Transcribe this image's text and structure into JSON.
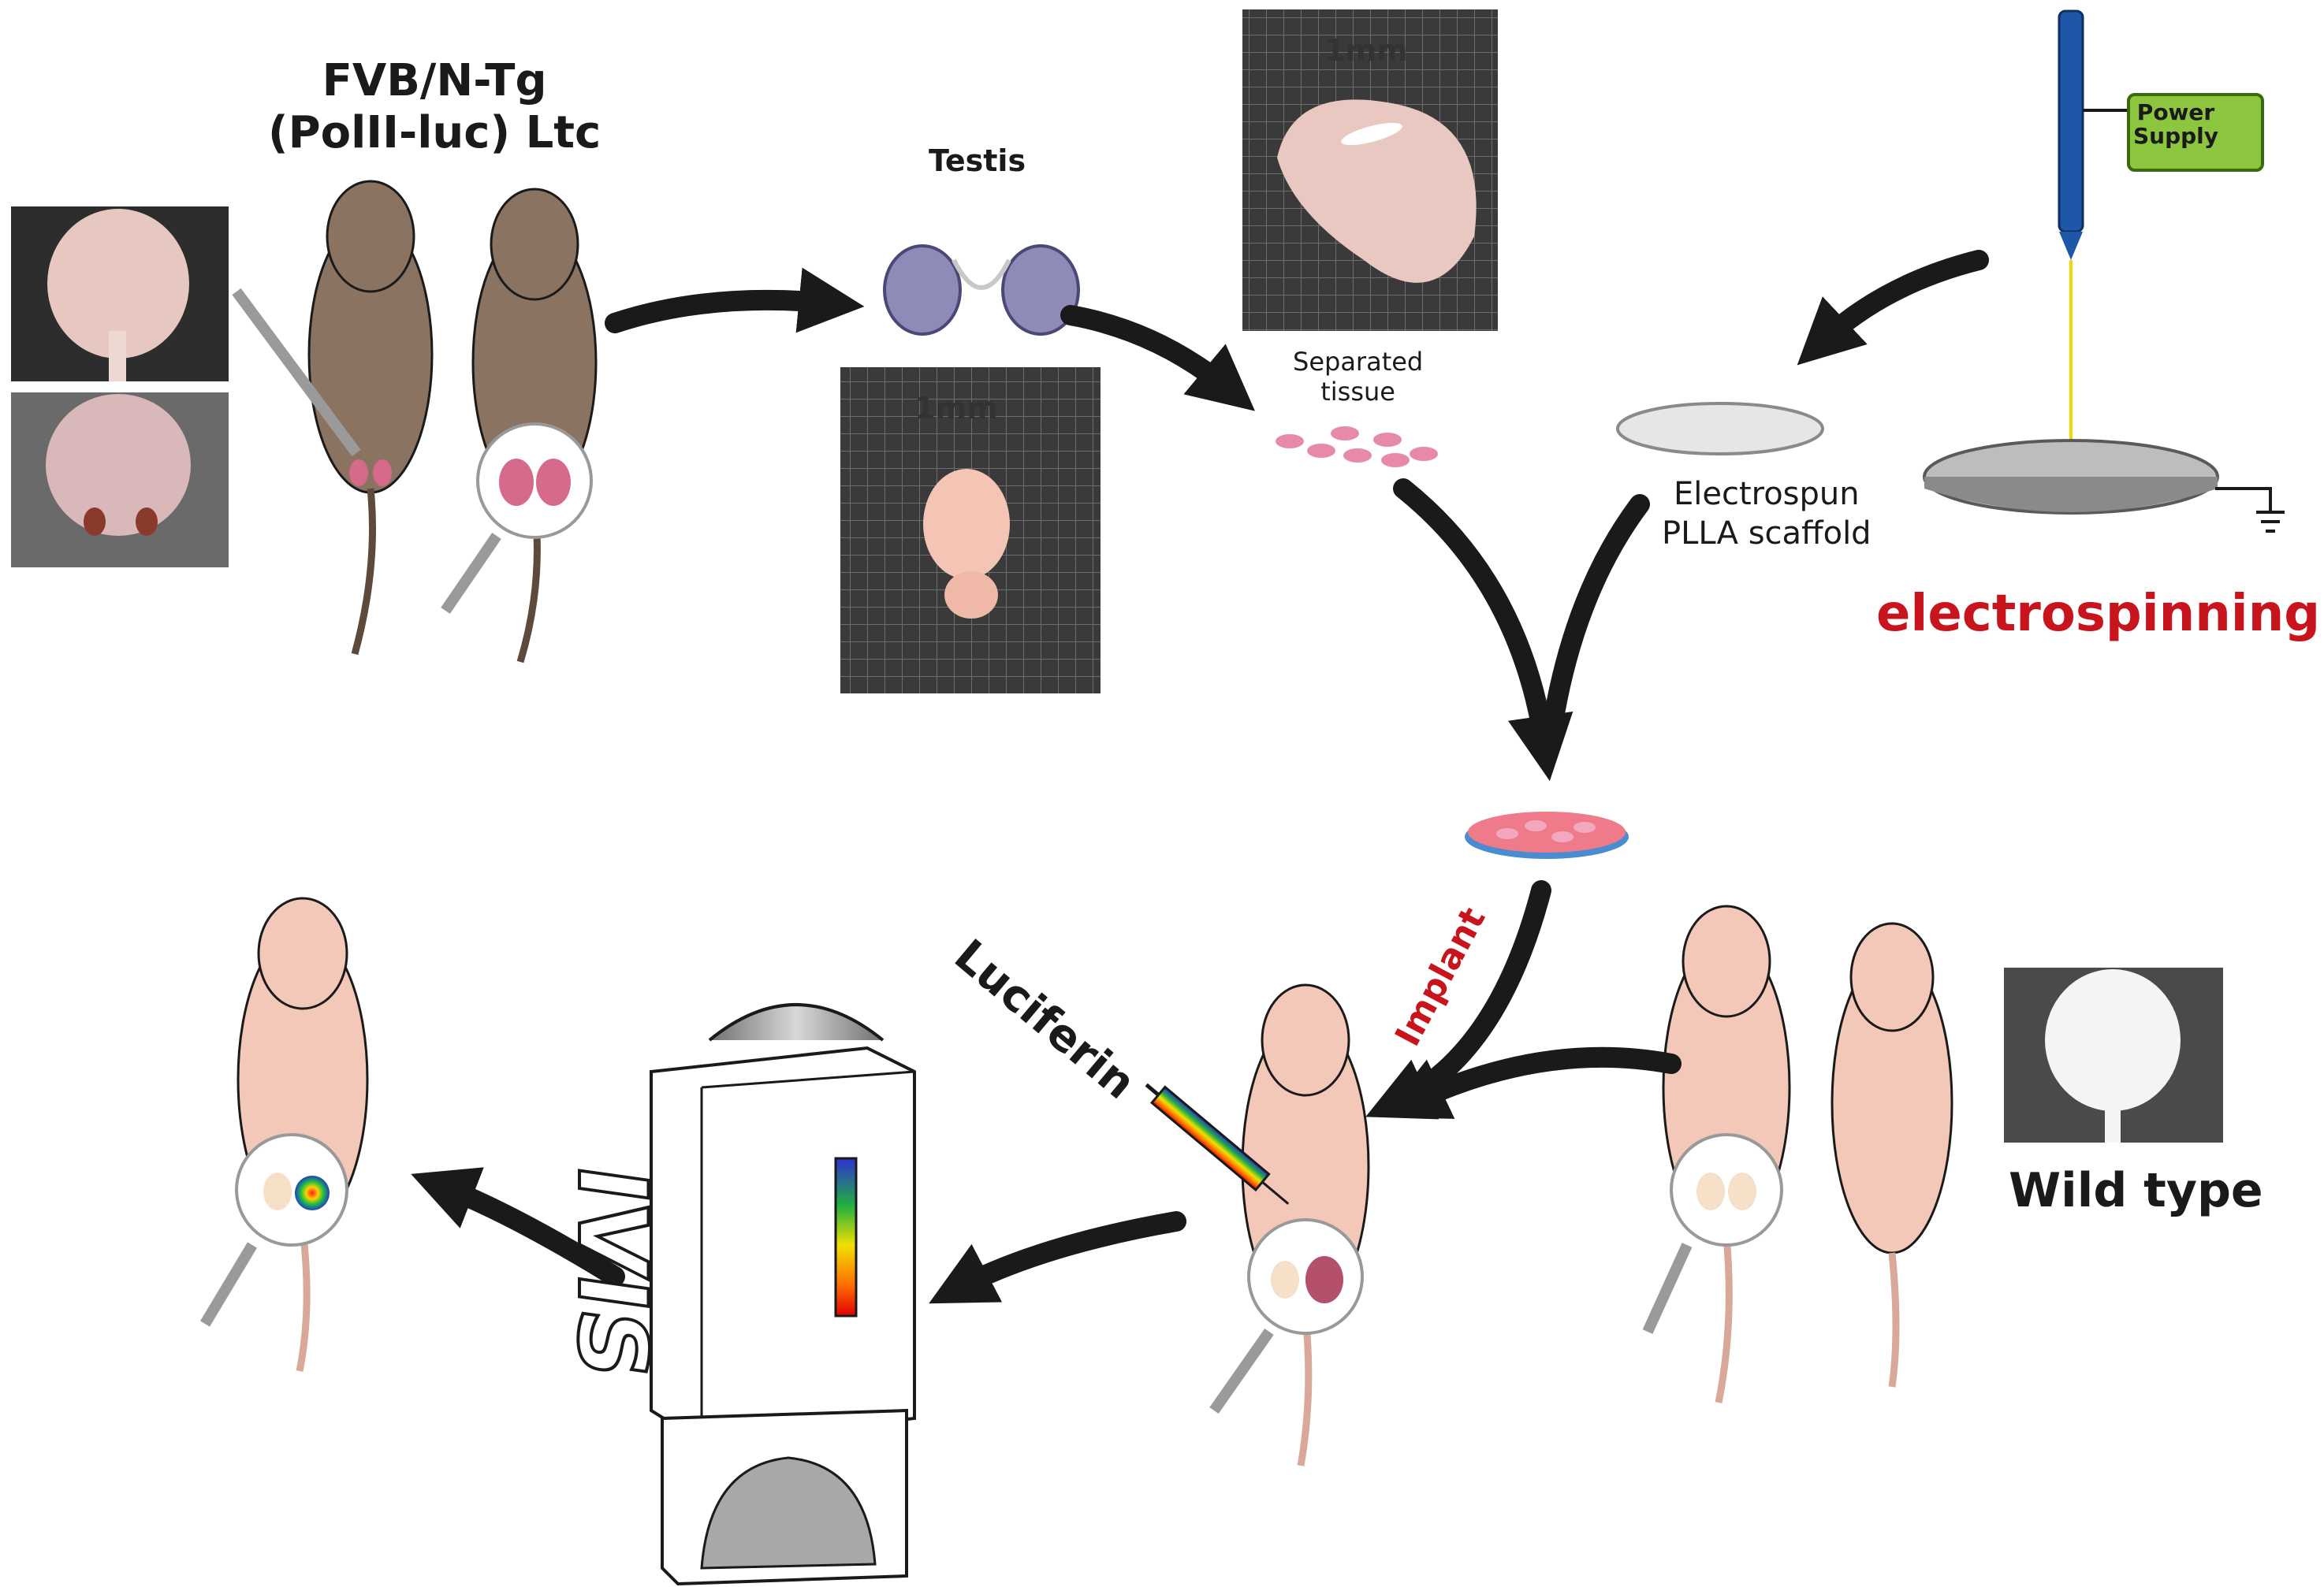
{
  "labels": {
    "strain_line1": "FVB/N-Tg",
    "strain_line2": "(PolII-luc) Ltc",
    "testis": "Testis",
    "separated_line1": "Separated",
    "separated_line2": "tissue",
    "scaffold_line1": "Electrospun",
    "scaffold_line2": "PLLA scaffold",
    "electrospinning": "electrospinning",
    "power_line1": "Power",
    "power_line2": "Supply",
    "implant": "Implant",
    "luciferin": "Luciferin",
    "wild_type": "Wild type",
    "scale_top": "1mm",
    "scale_left": "1mm",
    "ivis": "IVIS"
  },
  "colors": {
    "arrow": "#1a1a1a",
    "brown_mouse": "#8b7362",
    "nude_mouse": "#f3c8b8",
    "testis_pink": "#d66a8a",
    "scaffold_disc": "#e6e6e6",
    "electrospinning_red": "#c8141c",
    "needle_blue": "#1f57a8",
    "power_green": "#8cc63f",
    "fiber_yellow": "#f0d800"
  }
}
